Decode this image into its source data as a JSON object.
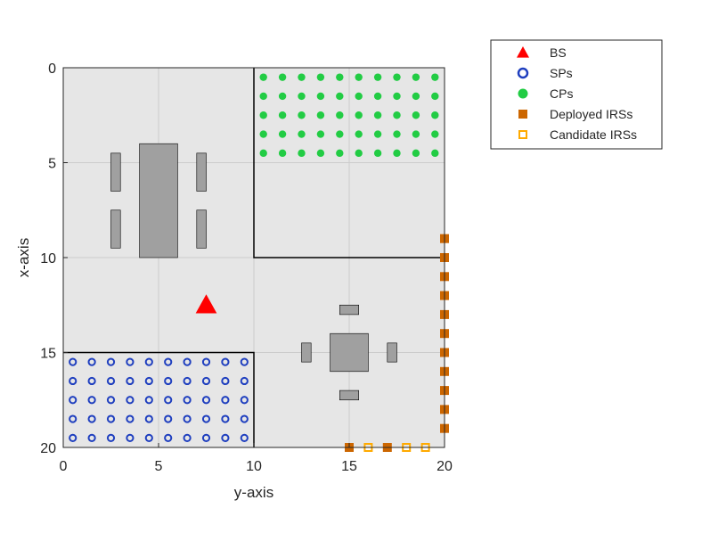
{
  "chart_data": {
    "type": "scatter",
    "xlabel": "y-axis",
    "ylabel": "x-axis",
    "xlim": [
      0,
      20
    ],
    "ylim": [
      0,
      20
    ],
    "y_reversed": true,
    "grid": true,
    "xticks": [
      0,
      5,
      10,
      15,
      20
    ],
    "yticks": [
      0,
      5,
      10,
      15,
      20
    ],
    "xtick_labels": [
      "0",
      "5",
      "10",
      "15",
      "20"
    ],
    "ytick_labels": [
      "0",
      "5",
      "10",
      "15",
      "20"
    ],
    "legend_position": "outside-top-right",
    "series": [
      {
        "name": "BS",
        "marker": "triangle",
        "color": "#ff0000",
        "filled": true,
        "points": [
          [
            7.5,
            12.5
          ]
        ]
      },
      {
        "name": "SPs",
        "marker": "circle",
        "color": "#1f3fbf",
        "filled": false,
        "grid": {
          "x": [
            0.5,
            1.5,
            2.5,
            3.5,
            4.5,
            5.5,
            6.5,
            7.5,
            8.5,
            9.5
          ],
          "y": [
            15.5,
            16.5,
            17.5,
            18.5,
            19.5
          ]
        }
      },
      {
        "name": "CPs",
        "marker": "circle",
        "color": "#22cc44",
        "filled": true,
        "grid": {
          "x": [
            10.5,
            11.5,
            12.5,
            13.5,
            14.5,
            15.5,
            16.5,
            17.5,
            18.5,
            19.5
          ],
          "y": [
            0.5,
            1.5,
            2.5,
            3.5,
            4.5
          ]
        }
      },
      {
        "name": "Deployed IRSs",
        "marker": "square",
        "color": "#cc6600",
        "filled": true,
        "points": [
          [
            20,
            9
          ],
          [
            20,
            10
          ],
          [
            20,
            11
          ],
          [
            20,
            12
          ],
          [
            20,
            13
          ],
          [
            20,
            14
          ],
          [
            20,
            15
          ],
          [
            20,
            16
          ],
          [
            20,
            17
          ],
          [
            20,
            18
          ],
          [
            20,
            19
          ],
          [
            15,
            20
          ],
          [
            17,
            20
          ]
        ]
      },
      {
        "name": "Candidate IRSs",
        "marker": "square",
        "color": "#ffaa00",
        "filled": false,
        "points": [
          [
            16,
            20
          ],
          [
            18,
            20
          ],
          [
            19,
            20
          ]
        ]
      }
    ],
    "regions": {
      "background_color": "#e6e6e6",
      "boundary_lines": [
        {
          "points": [
            [
              10,
              0
            ],
            [
              10,
              10
            ],
            [
              20,
              10
            ]
          ]
        },
        {
          "points": [
            [
              0,
              15
            ],
            [
              10,
              15
            ],
            [
              10,
              20
            ]
          ]
        }
      ],
      "obstacles": [
        {
          "x": [
            4,
            6
          ],
          "y": [
            4,
            10
          ]
        },
        {
          "x": [
            2.5,
            3
          ],
          "y": [
            4.5,
            6.5
          ]
        },
        {
          "x": [
            2.5,
            3
          ],
          "y": [
            7.5,
            9.5
          ]
        },
        {
          "x": [
            7,
            7.5
          ],
          "y": [
            4.5,
            6.5
          ]
        },
        {
          "x": [
            7,
            7.5
          ],
          "y": [
            7.5,
            9.5
          ]
        },
        {
          "x": [
            14,
            16
          ],
          "y": [
            14,
            16
          ]
        },
        {
          "x": [
            12.5,
            13
          ],
          "y": [
            14.5,
            15.5
          ]
        },
        {
          "x": [
            17,
            17.5
          ],
          "y": [
            14.5,
            15.5
          ]
        },
        {
          "x": [
            14.5,
            15.5
          ],
          "y": [
            12.5,
            13
          ]
        },
        {
          "x": [
            14.5,
            15.5
          ],
          "y": [
            17,
            17.5
          ]
        }
      ],
      "obstacle_color": "#a0a0a0"
    }
  }
}
